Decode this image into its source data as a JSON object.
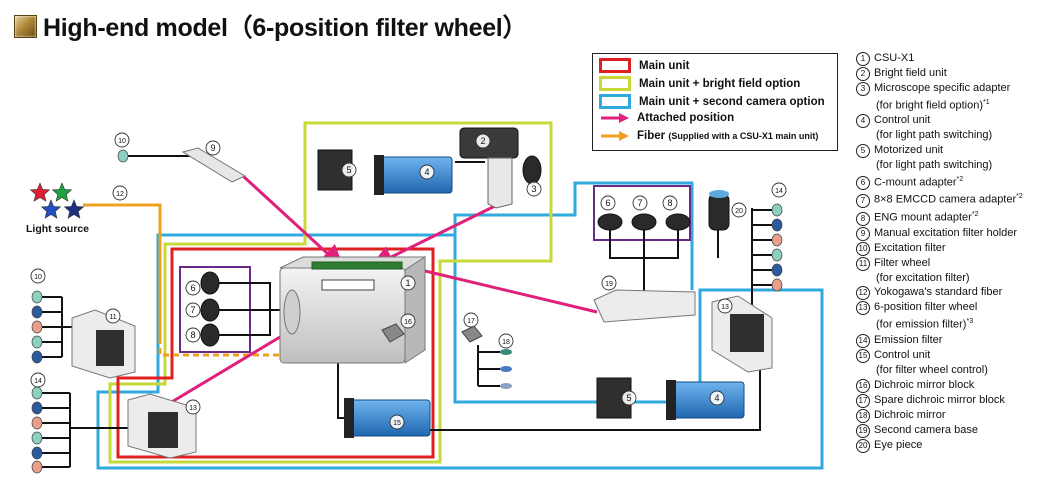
{
  "title": "High-end model（6-position filter wheel）",
  "legend": {
    "items": [
      {
        "label": "Main unit",
        "color": "#e02020"
      },
      {
        "label": "Main unit + bright field option",
        "color": "#c8d838"
      },
      {
        "label": "Main unit + second camera option",
        "color": "#30aadd"
      }
    ],
    "attached": {
      "label": "Attached position",
      "color": "#e0207a"
    },
    "fiber": {
      "label": "Fiber",
      "note": "(Supplied with a CSU-X1 main unit)",
      "color": "#f0a020"
    }
  },
  "parts": [
    {
      "num": "1",
      "label": "CSU-X1"
    },
    {
      "num": "2",
      "label": "Bright field unit"
    },
    {
      "num": "3",
      "label": "Microscope specific adapter",
      "sub": "(for bright field option)",
      "sub_note": "*1"
    },
    {
      "num": "4",
      "label": "Control unit",
      "sub": "(for light path switching)"
    },
    {
      "num": "5",
      "label": "Motorized unit",
      "sub": "(for light path switching)"
    },
    {
      "num": "6",
      "label": "C-mount adapter",
      "note": "*2"
    },
    {
      "num": "7",
      "label": "8×8 EMCCD camera adapter",
      "note": "*2"
    },
    {
      "num": "8",
      "label": "ENG mount adapter",
      "note": "*2"
    },
    {
      "num": "9",
      "label": "Manual excitation filter holder"
    },
    {
      "num": "10",
      "label": "Excitation filter"
    },
    {
      "num": "11",
      "label": "Filter wheel",
      "sub": "(for excitation filter)"
    },
    {
      "num": "12",
      "label": "Yokogawa's standard fiber"
    },
    {
      "num": "13",
      "label": "6-position filter wheel",
      "sub": "(for emission filter)",
      "sub_note": "*3"
    },
    {
      "num": "14",
      "label": "Emission filter"
    },
    {
      "num": "15",
      "label": "Control unit",
      "sub": "(for filter wheel control)"
    },
    {
      "num": "16",
      "label": "Dichroic mirror block"
    },
    {
      "num": "17",
      "label": "Spare dichroic mirror block"
    },
    {
      "num": "18",
      "label": "Dichroic mirror"
    },
    {
      "num": "19",
      "label": "Second camera base"
    },
    {
      "num": "20",
      "label": "Eye piece"
    }
  ],
  "light_source": {
    "label": "Light source",
    "star_colors": [
      "#e02030",
      "#20a040",
      "#2050c0",
      "#203080"
    ]
  },
  "callouts": [
    "1",
    "2",
    "3",
    "4",
    "5",
    "6",
    "7",
    "8",
    "9",
    "10",
    "11",
    "12",
    "13",
    "14",
    "15",
    "16",
    "17",
    "18",
    "19",
    "20"
  ],
  "colors": {
    "device_blue": "#3a8fd8",
    "device_dark": "#2a2a2a",
    "frame_purple": "#6a2a8a",
    "wire": "#111111"
  }
}
